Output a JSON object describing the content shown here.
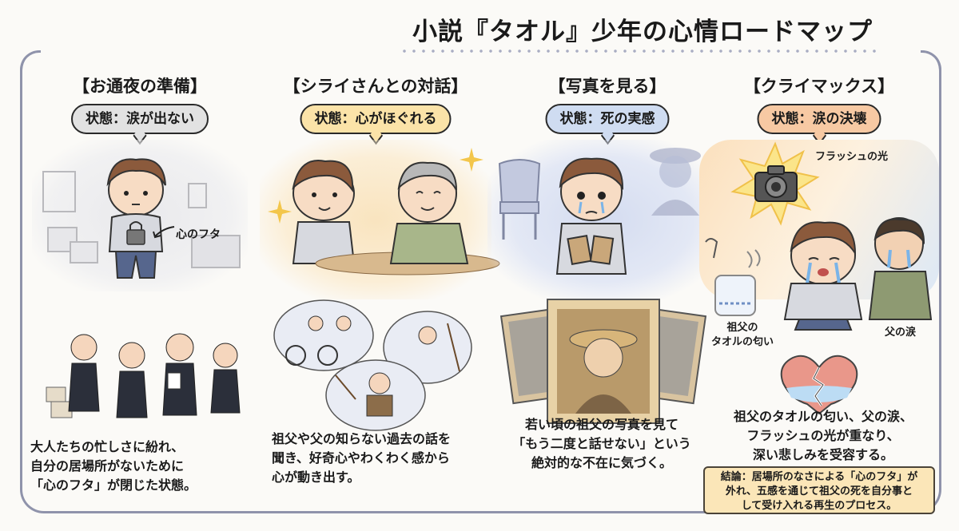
{
  "title": "小説『タオル』少年の心情ロードマップ",
  "colors": {
    "frame": "#8f93ab",
    "bubble_gray": "#e2e2e2",
    "bubble_yellow": "#fbe3a8",
    "bubble_blue": "#cfdcf1",
    "bubble_orange": "#f7c9a3",
    "conclusion_bg": "#fbe6b8"
  },
  "stages": [
    {
      "heading": "【お通夜の準備】",
      "state": "状態：涙が出ない",
      "annotation": "心のフタ",
      "description": "大人たちの忙しさに紛れ、\n自分の居場所がないために\n「心のフタ」が閉じた状態。",
      "icons": [
        "boy-with-padlock-icon",
        "busy-adults-icon",
        "boxes-icon"
      ]
    },
    {
      "heading": "【シライさんとの対話】",
      "state": "状態：心がほぐれる",
      "description": "祖父や父の知らない過去の話を\n聞き、好奇心やわくわく感から\n心が動き出す。",
      "icons": [
        "boy-and-old-man-icon",
        "sparkle-icon",
        "memory-thought-bubbles-icon"
      ]
    },
    {
      "heading": "【写真を見る】",
      "state": "状態：死の実感",
      "description": "若い頃の祖父の写真を見て\n「もう二度と話せない」という\n絶対的な不在に気づく。",
      "icons": [
        "crying-boy-with-photo-icon",
        "empty-chair-icon",
        "grandfather-photo-frames-icon"
      ]
    },
    {
      "heading": "【クライマックス】",
      "state": "状態：涙の決壊",
      "labels": {
        "flash": "フラッシュの光",
        "towel": "祖父の\nタオルの匂い",
        "father": "父の涙"
      },
      "description": "祖父のタオルの匂い、父の涙、\nフラッシュの光が重なり、\n深い悲しみを受容する。",
      "icons": [
        "camera-flash-icon",
        "towel-icon",
        "nose-icon",
        "crying-boy-icon",
        "crying-father-icon",
        "broken-heart-icon"
      ]
    }
  ],
  "conclusion": "結論：居場所のなさによる「心のフタ」が\n外れ、五感を通じて祖父の死を自分事と\nして受け入れる再生のプロセス。"
}
